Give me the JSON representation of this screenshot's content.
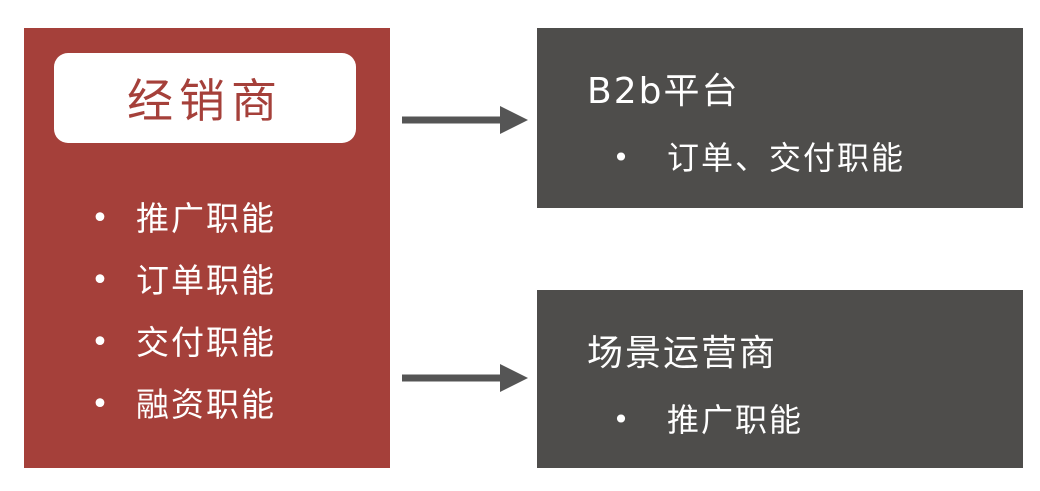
{
  "dealer": {
    "title": "经销商",
    "functions": [
      "推广职能",
      "订单职能",
      "交付职能",
      "融资职能"
    ]
  },
  "b2b_platform": {
    "title": "B2b平台",
    "functions": [
      "订单、交付职能"
    ]
  },
  "scenario_operator": {
    "title": "场景运营商",
    "functions": [
      "推广职能"
    ]
  },
  "bullet": "•",
  "colors": {
    "dealer_box": "#a5403a",
    "target_box": "#4e4d4b",
    "arrow": "#555555"
  }
}
